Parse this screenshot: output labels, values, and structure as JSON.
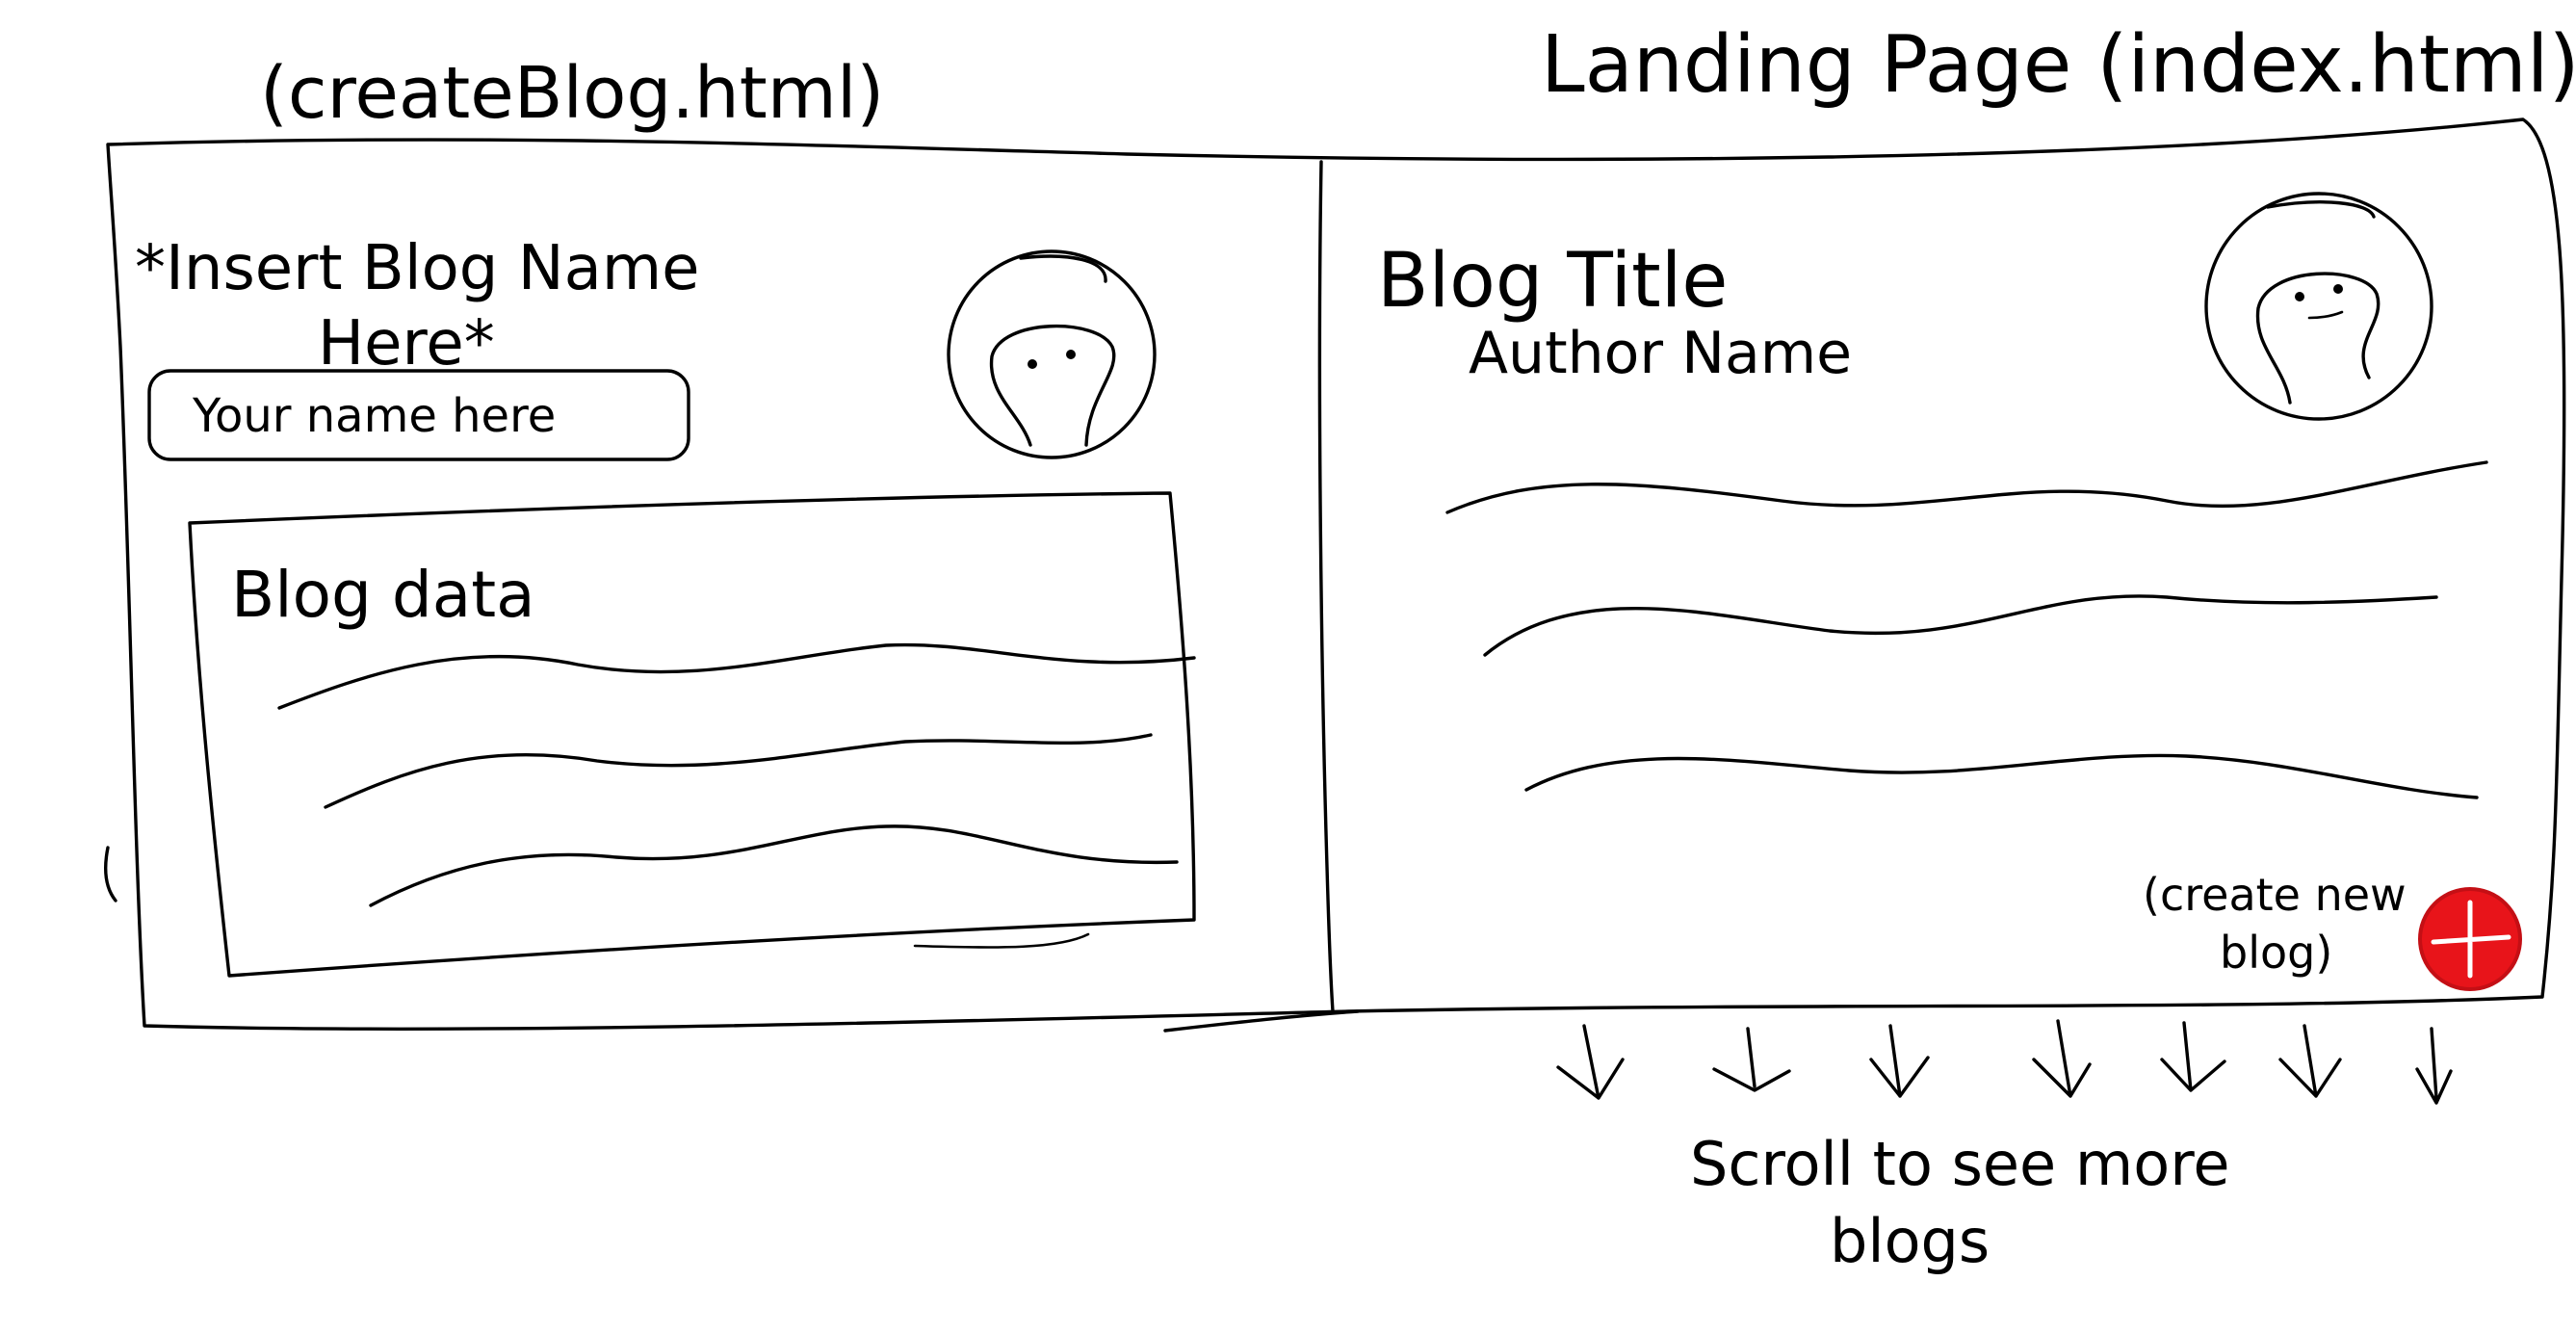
{
  "labels": {
    "create_page": "(createBlog.html)",
    "landing_page": "Landing Page (index.html)"
  },
  "create_blog": {
    "blog_name_line1": "*Insert Blog Name",
    "blog_name_line2": "Here*",
    "author_input": "Your name here",
    "blog_data_label": "Blog data"
  },
  "landing": {
    "blog_title": "Blog Title",
    "author_name": "Author Name",
    "create_hint_line1": "(create new",
    "create_hint_line2": "blog)",
    "scroll_hint_line1": "Scroll to see more",
    "scroll_hint_line2": "blogs"
  },
  "colors": {
    "ink": "#000000",
    "accent": "#e8141a"
  },
  "icons": {
    "avatar": "person-avatar-icon",
    "create": "plus-icon",
    "scroll": "down-arrow-icon"
  }
}
